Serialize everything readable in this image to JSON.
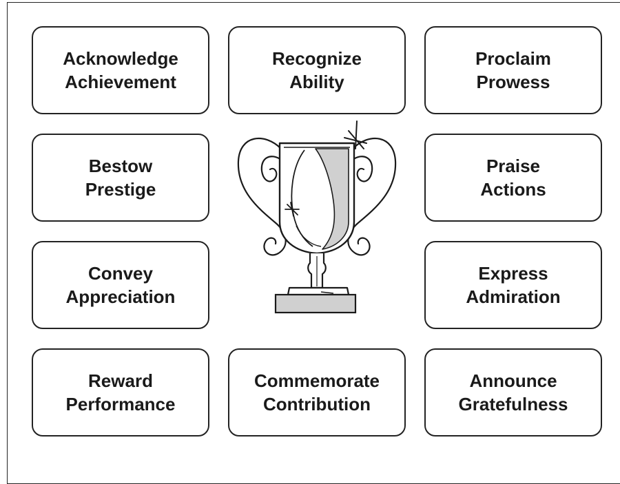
{
  "cards": [
    {
      "line1": "Acknowledge",
      "line2": "Achievement"
    },
    {
      "line1": "Recognize",
      "line2": "Ability"
    },
    {
      "line1": "Proclaim",
      "line2": "Prowess"
    },
    {
      "line1": "Bestow",
      "line2": "Prestige"
    },
    {
      "line1": "Praise",
      "line2": "Actions"
    },
    {
      "line1": "Convey",
      "line2": "Appreciation"
    },
    {
      "line1": "Express",
      "line2": "Admiration"
    },
    {
      "line1": "Reward",
      "line2": "Performance"
    },
    {
      "line1": "Commemorate",
      "line2": "Contribution"
    },
    {
      "line1": "Announce",
      "line2": "Gratefulness"
    }
  ],
  "icons": {
    "center": "trophy-icon"
  }
}
